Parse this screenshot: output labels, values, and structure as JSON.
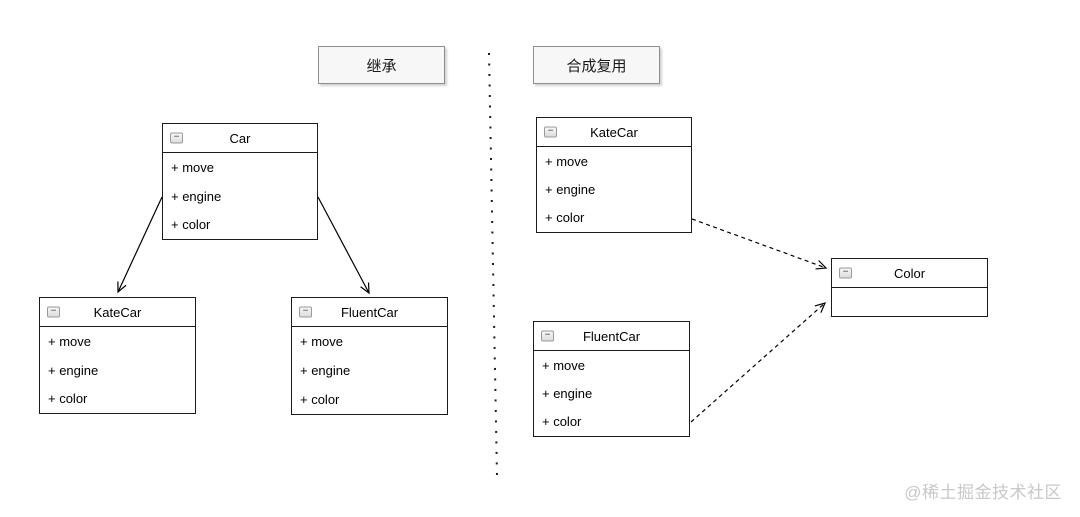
{
  "sections": {
    "inheritance": {
      "label": "继承"
    },
    "composition": {
      "label": "合成复用"
    }
  },
  "classes": {
    "car_left": {
      "title": "Car",
      "members": [
        "+ move",
        "+ engine",
        "+ color"
      ]
    },
    "katecar_left": {
      "title": "KateCar",
      "members": [
        "+ move",
        "+ engine",
        "+ color"
      ]
    },
    "fluentcar_left": {
      "title": "FluentCar",
      "members": [
        "+ move",
        "+ engine",
        "+ color"
      ]
    },
    "katecar_right": {
      "title": "KateCar",
      "members": [
        "+ move",
        "+ engine",
        "+ color"
      ]
    },
    "fluentcar_right": {
      "title": "FluentCar",
      "members": [
        "+ move",
        "+ engine",
        "+ color"
      ]
    },
    "color_right": {
      "title": "Color",
      "members": []
    }
  },
  "icons": {
    "collapse_glyph": "−"
  },
  "connections": [
    {
      "from": "Car",
      "to": "KateCar",
      "style": "solid-arrow"
    },
    {
      "from": "Car",
      "to": "FluentCar",
      "style": "solid-arrow"
    },
    {
      "from": "KateCar",
      "to": "Color",
      "style": "dashed-arrow"
    },
    {
      "from": "FluentCar",
      "to": "Color",
      "style": "dashed-arrow"
    }
  ],
  "watermark": "@稀土掘金技术社区",
  "colors": {
    "class_border": "#1b1b1b",
    "label_bg": "#f7f7f7",
    "label_border": "#8f8f8f",
    "connector": "#000000",
    "watermark": "#c8c8c8"
  }
}
